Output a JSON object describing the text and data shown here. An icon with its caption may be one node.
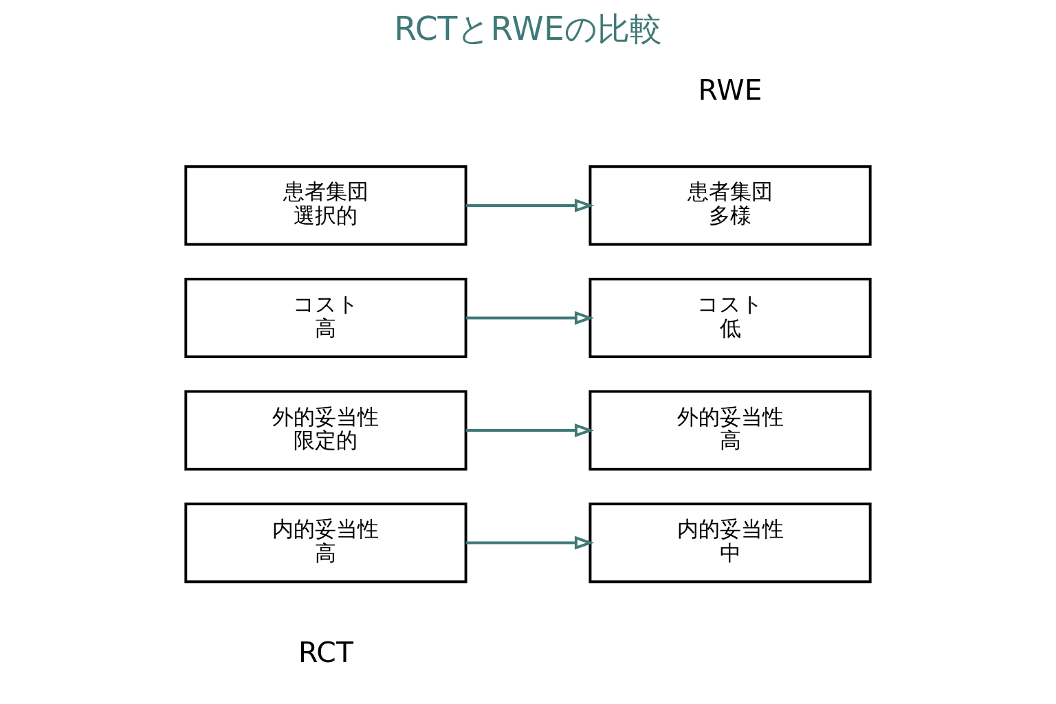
{
  "diagram": {
    "title": "RCTとRWEの比較",
    "nodes": [
      {
        "text": [
          "内的妥当性",
          "高"
        ]
      },
      {
        "text": [
          "内的妥当性",
          "中"
        ]
      },
      {
        "text": [
          "外的妥当性",
          "限定的"
        ]
      },
      {
        "text": [
          "外的妥当性",
          "高"
        ]
      },
      {
        "text": [
          "コスト",
          "高"
        ]
      },
      {
        "text": [
          "コスト",
          "低"
        ]
      },
      {
        "text": [
          "患者集団",
          "選択的"
        ]
      },
      {
        "text": [
          "患者集団",
          "多様"
        ]
      }
    ],
    "edges": [
      {
        "from": 0,
        "to": 1,
        "arrow": "to"
      },
      {
        "from": 2,
        "to": 3,
        "arrow": "to"
      },
      {
        "from": 4,
        "to": 5,
        "arrow": "to"
      },
      {
        "from": 6,
        "to": 7,
        "arrow": "to"
      }
    ],
    "labels": [
      "RCT",
      "RWE"
    ]
  }
}
